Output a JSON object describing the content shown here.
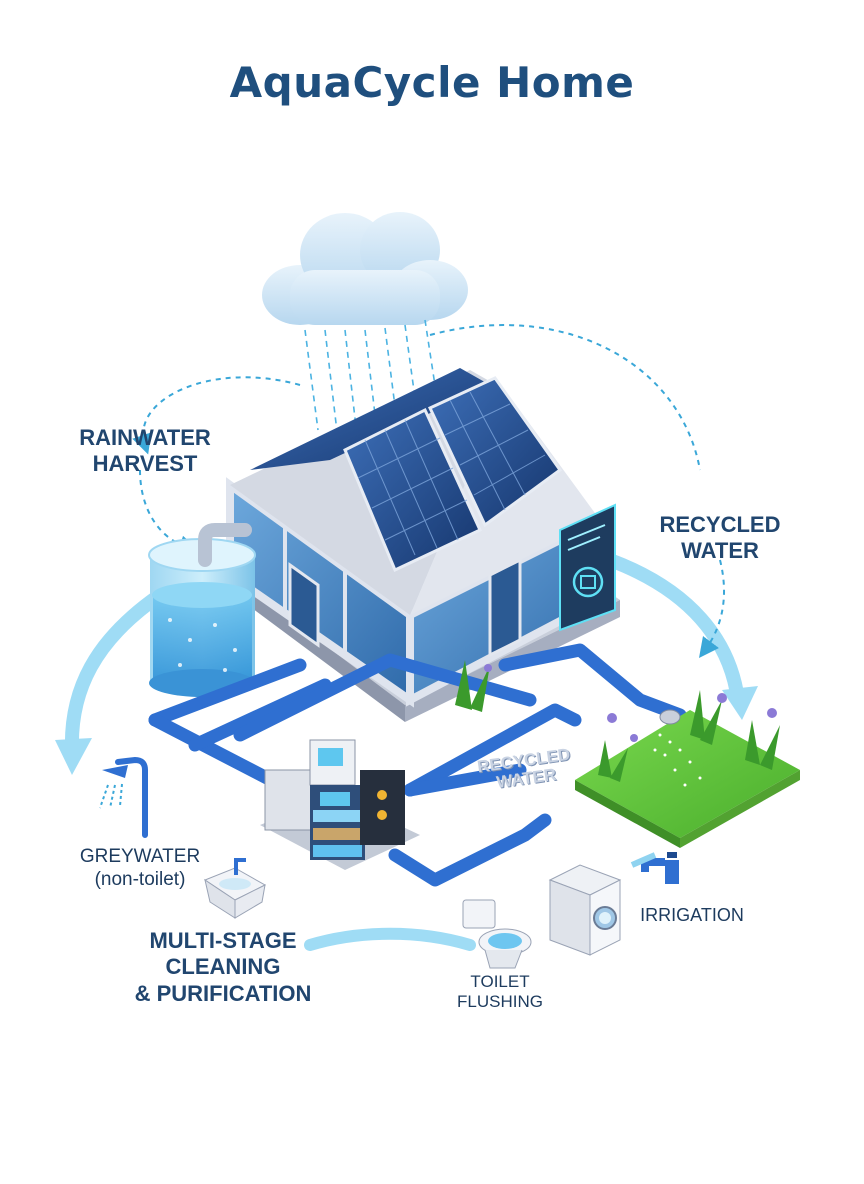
{
  "title": "AquaCycle Home",
  "labels": {
    "rainwater": [
      "RAINWATER",
      "HARVEST"
    ],
    "recycled": [
      "RECYCLED",
      "WATER"
    ],
    "greywater": [
      "GREYWATER",
      "(non-toilet)"
    ],
    "multistage": [
      "MULTI-STAGE",
      "CLEANING",
      "& PURIFICATION"
    ],
    "toilet": [
      "TOILET",
      "FLUSHING"
    ],
    "irrigation": "IRRIGATION",
    "pipe_tag": [
      "RECYCLED",
      "WATER"
    ]
  },
  "icons": [
    "cloud-icon",
    "rain-icon",
    "house-icon",
    "solar-panel-icon",
    "rain-tank-icon",
    "control-panel-icon",
    "filter-unit-icon",
    "shower-icon",
    "sink-icon",
    "toilet-icon",
    "washing-machine-icon",
    "faucet-icon",
    "garden-icon",
    "sprinkler-icon",
    "plant-icon"
  ],
  "colors": {
    "title": "#1f4f7e",
    "pipe": "#2f6fd1",
    "arrow": "#8fd3f0",
    "glass": "#3b7fc0",
    "grass": "#5fc43a"
  }
}
